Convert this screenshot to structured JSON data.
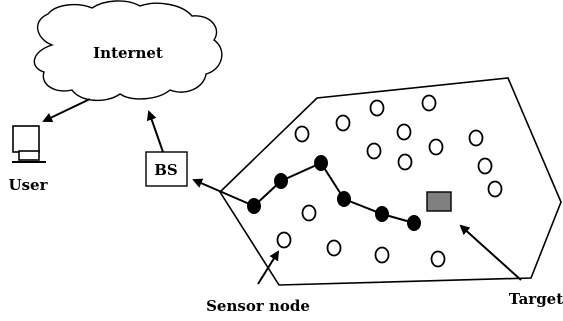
{
  "labels": {
    "internet": "Internet",
    "base_station": "BS",
    "user": "User",
    "sensor_node": "Sensor node",
    "target": "Target"
  },
  "colors": {
    "stroke": "#000000",
    "active_node": "#000000",
    "idle_node": "#ffffff",
    "target": "#808080"
  }
}
